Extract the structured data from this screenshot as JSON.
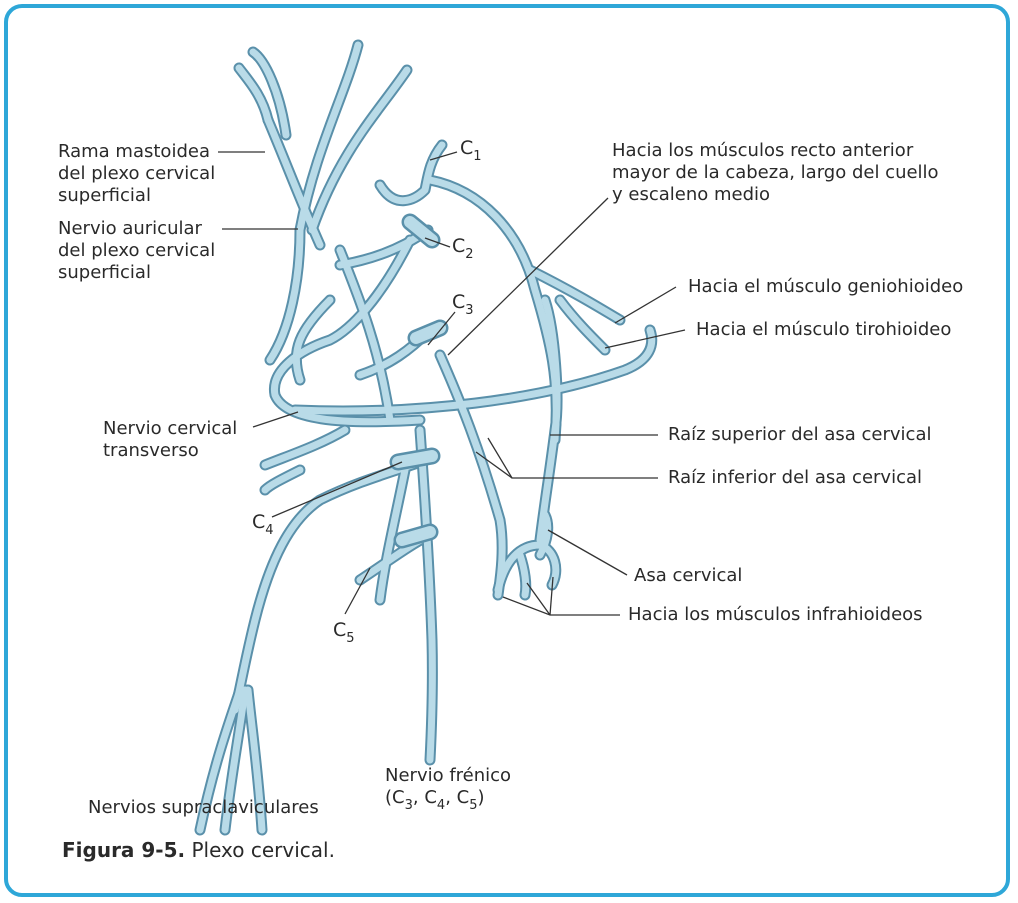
{
  "figure": {
    "number": "Figura 9-5.",
    "title": "Plexo cervical."
  },
  "labels": {
    "rama_mastoidea": [
      "Rama mastoidea",
      "del plexo cervical",
      "superficial"
    ],
    "nervio_auricular": [
      "Nervio auricular",
      "del plexo cervical",
      "superficial"
    ],
    "hacia_recto": [
      "Hacia los músculos recto anterior",
      "mayor de la cabeza, largo del cuello",
      "y escaleno medio"
    ],
    "geniohioideo": "Hacia el músculo geniohioideo",
    "tirohioideo": "Hacia el músculo tirohioideo",
    "nervio_cervical_transverso": [
      "Nervio cervical",
      "transverso"
    ],
    "raiz_superior": "Raíz superior del asa cervical",
    "raiz_inferior": "Raíz inferior del asa cervical",
    "asa_cervical": "Asa cervical",
    "infrahioideos": "Hacia los músculos infrahioideos",
    "nervio_frenico": "Nervio frénico",
    "supraclaviculares": "Nervios supraclaviculares"
  },
  "roots": {
    "letter": "C",
    "c1": "1",
    "c2": "2",
    "c3": "3",
    "c4": "4",
    "c5": "5"
  },
  "phrenic_roots": {
    "open": "(",
    "c": "C",
    "s3": "3",
    "sep1": ", ",
    "s4": "4",
    "sep2": ", ",
    "s5": "5",
    "close": ")"
  },
  "colors": {
    "frame": "#2ea7d8",
    "nerve_fill": "#b9dbe8",
    "nerve_edge": "#5a90aa",
    "leader": "#333333"
  }
}
